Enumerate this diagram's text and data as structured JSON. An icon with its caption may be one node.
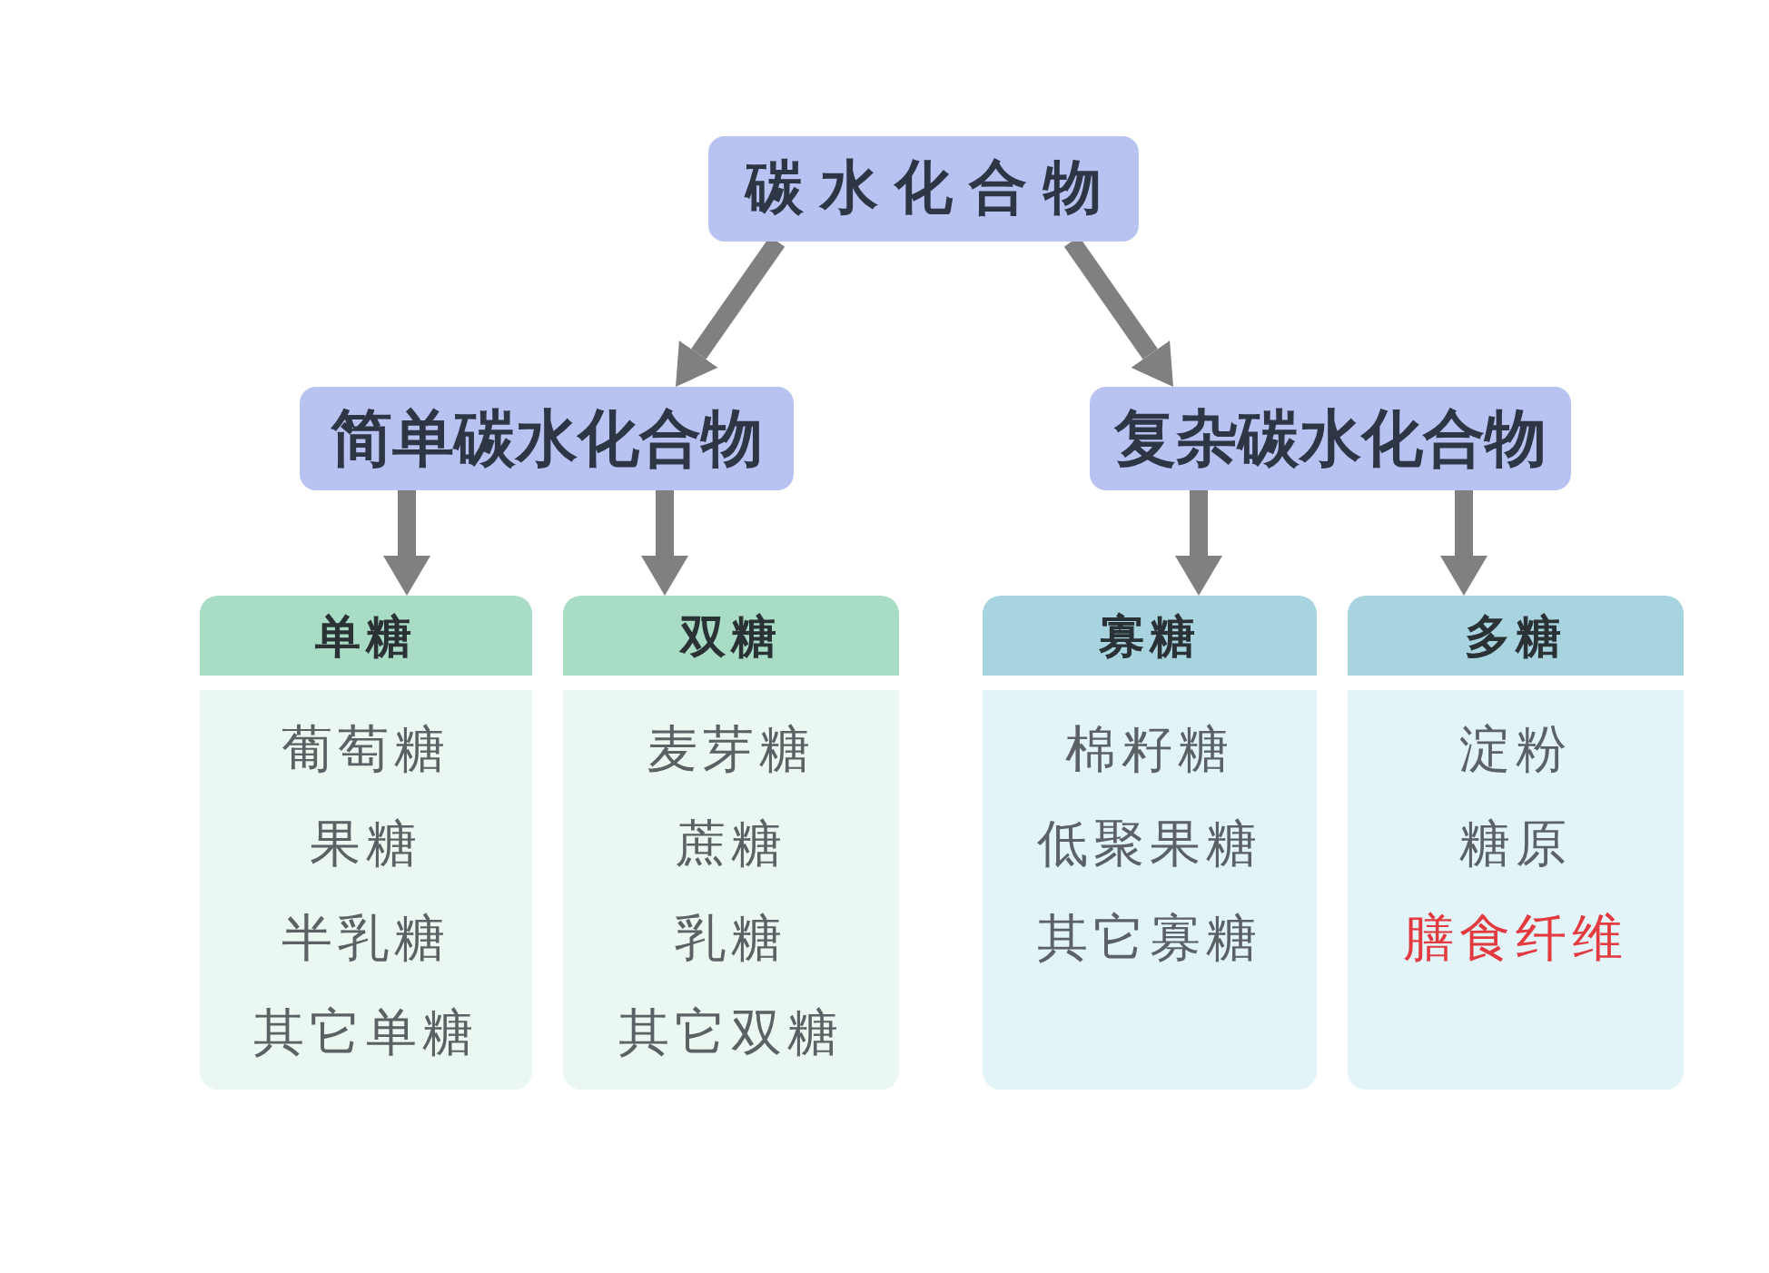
{
  "diagram": {
    "nodes": [
      {
        "text": [
          "碳水化合物"
        ]
      },
      {
        "text": [
          "简单碳水化合物"
        ]
      },
      {
        "text": [
          "复杂碳水化合物"
        ]
      },
      {
        "text": [
          "单糖",
          "葡萄糖",
          "果糖",
          "半乳糖",
          "其它单糖"
        ]
      },
      {
        "text": [
          "双糖",
          "麦芽糖",
          "蔗糖",
          "乳糖",
          "其它双糖"
        ]
      },
      {
        "text": [
          "寡糖",
          "棉籽糖",
          "低聚果糖",
          "其它寡糖"
        ]
      },
      {
        "text": [
          "多糖",
          "淀粉",
          "糖原",
          "膳食纤维"
        ]
      }
    ],
    "edges": [
      {
        "from": 0,
        "to": 1,
        "arrow": "to"
      },
      {
        "from": 0,
        "to": 2,
        "arrow": "to"
      },
      {
        "from": 1,
        "to": 3,
        "arrow": "to"
      },
      {
        "from": 1,
        "to": 4,
        "arrow": "to"
      },
      {
        "from": 2,
        "to": 5,
        "arrow": "to"
      },
      {
        "from": 2,
        "to": 6,
        "arrow": "to"
      }
    ]
  }
}
